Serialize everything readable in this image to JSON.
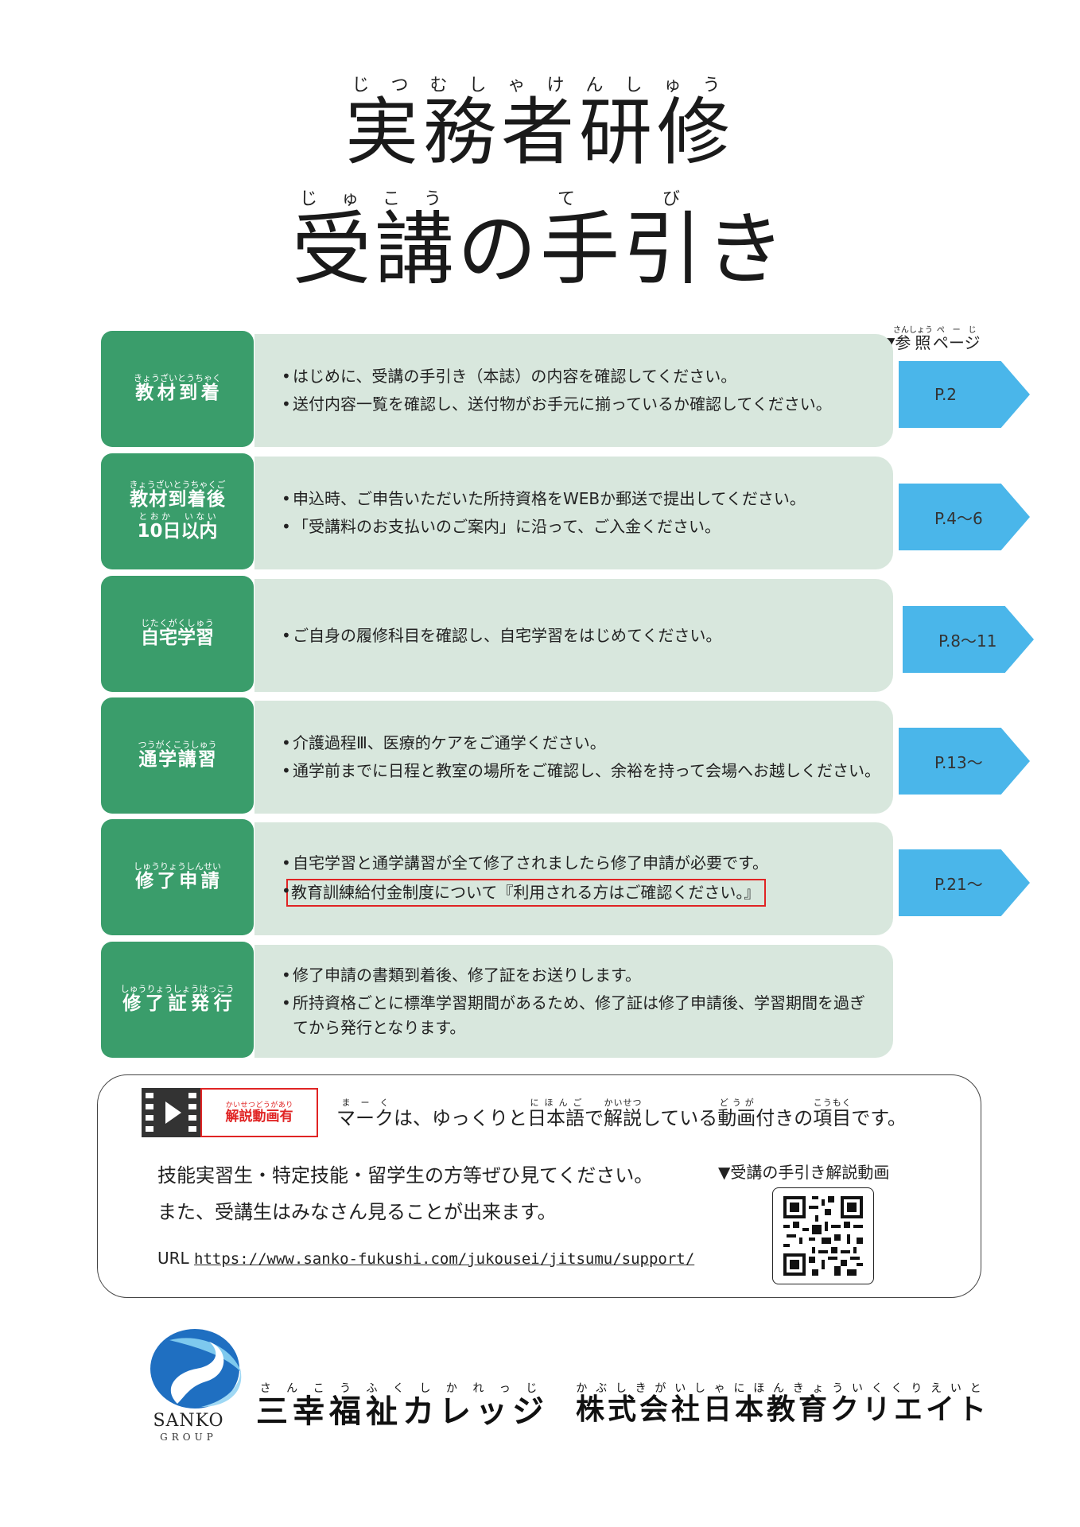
{
  "title": {
    "line1": {
      "text": "実務者研修",
      "ruby": "じつむしゃけんしゅう"
    },
    "line2a": {
      "text": "受講",
      "ruby": "じゅこう"
    },
    "line2b": "の",
    "line2c": {
      "text": "手引",
      "ruby": "てび"
    },
    "line2d": "き"
  },
  "ref_header": {
    "prefix": "▼",
    "text": "参照",
    "ruby": "さんしょう",
    "suffix": "ページ",
    "suffix_ruby": "ぺーじ"
  },
  "steps": [
    {
      "label": "教材到着",
      "label_ruby": "きょうざいとうちゃく",
      "lines": [
        "はじめに、受講の手引き（本誌）の内容を確認してください。",
        "送付内容一覧を確認し、送付物がお手元に揃っているか確認してください。"
      ],
      "ref": "P.2"
    },
    {
      "label": "教材到着後",
      "label_ruby": "きょうざいとうちゃくご",
      "label2": "10日以内",
      "label2_ruby": "とおか　いない",
      "lines": [
        "申込時、ご申告いただいた所持資格をWEBか郵送で提出してください。",
        "「受講料のお支払いのご案内」に沿って、ご入金ください。"
      ],
      "ref": "P.4〜6"
    },
    {
      "label": "自宅学習",
      "label_ruby": "じたくがくしゅう",
      "lines": [
        "ご自身の履修科目を確認し、自宅学習をはじめてください。"
      ],
      "ref": "P.8〜11"
    },
    {
      "label": "通学講習",
      "label_ruby": "つうがくこうしゅう",
      "lines": [
        "介護過程Ⅲ、医療的ケアをご通学ください。",
        "通学前までに日程と教室の場所をご確認し、余裕を持って会場へお越しください。"
      ],
      "ref": "P.13〜"
    },
    {
      "label": "修了申請",
      "label_ruby": "しゅうりょうしんせい",
      "lines": [
        "自宅学習と通学講習が全て修了されましたら修了申請が必要です。",
        "教育訓練給付金制度について『利用される方はご確認ください。』"
      ],
      "ref": "P.21〜"
    },
    {
      "label": "修了証発行",
      "label_ruby": "しゅうりょうしょうはっこう",
      "lines": [
        "修了申請の書類到着後、修了証をお送りします。",
        "所持資格ごとに標準学習期間があるため、修了証は修了申請後、学習期間を過ぎてから発行となります。"
      ],
      "ref": ""
    }
  ],
  "info": {
    "badge_text": "解説動画有",
    "badge_ruby": "かいせつどうがあり",
    "mark_a": "マーク",
    "mark_a_ruby": "まーく",
    "mark_b": "は、ゆっくりと",
    "mark_c": "日本語",
    "mark_c_ruby": "にほんご",
    "mark_d": "で",
    "mark_e": "解説",
    "mark_e_ruby": "かいせつ",
    "mark_f": "している",
    "mark_g": "動画",
    "mark_g_ruby": "どうが",
    "mark_h": "付きの",
    "mark_i": "項目",
    "mark_i_ruby": "こうもく",
    "mark_j": "です。",
    "text1": "技能実習生・特定技能・留学生の方等ぜひ見てください。",
    "text2": "また、受講生はみなさん見ることが出来ます。",
    "url_label": "URL",
    "url": "https://www.sanko-fukushi.com/jukousei/jitsumu/support/",
    "qr_caption": "▼受講の手引き解説動画"
  },
  "footer": {
    "logo_word": "SANKO",
    "logo_sub": "GROUP",
    "org1": "三幸福祉カレッジ",
    "org1_ruby": "さんこうふくしかれっじ",
    "org2": "株式会社日本教育クリエイト",
    "org2_ruby": "かぶしきがいしゃにほんきょういくくりえいと"
  },
  "colors": {
    "step_label": "#3a9d6b",
    "step_body": "#d8e7dd",
    "ref_arrow": "#4ab6ea",
    "highlight": "#e02424"
  }
}
